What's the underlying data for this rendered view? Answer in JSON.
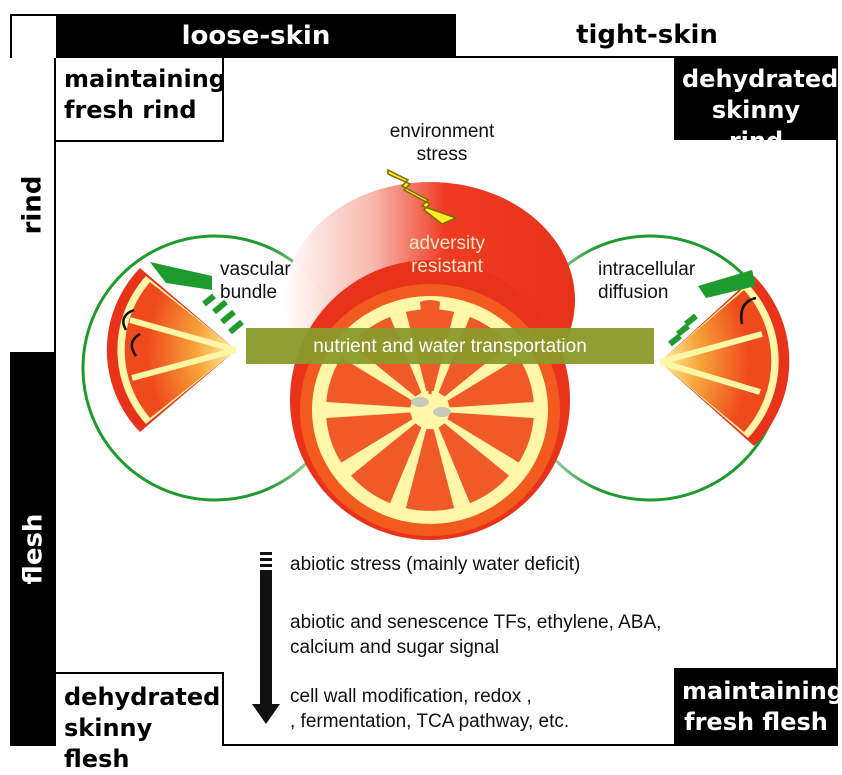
{
  "header": {
    "loose_skin": "loose-skin",
    "tight_skin": "tight-skin"
  },
  "side": {
    "rind": "rind",
    "flesh": "flesh"
  },
  "corners": {
    "top_left_line1": "maintaining",
    "top_left_line2": "fresh rind",
    "top_right_line1": "dehydrated",
    "top_right_line2": "skinny rind",
    "bottom_left_line1": "dehydrated",
    "bottom_left_line2": "skinny flesh",
    "bottom_right_line1": "maintaining",
    "bottom_right_line2": "fresh flesh"
  },
  "labels": {
    "environment_line1": "environment",
    "environment_line2": "stress",
    "adversity_line1": "adversity",
    "adversity_line2": "resistant",
    "vascular_line1": "vascular",
    "vascular_line2": "bundle",
    "intracellular_line1": "intracellular",
    "intracellular_line2": "diffusion",
    "transport_bar": "nutrient and water  transportation"
  },
  "steps": {
    "step1": "abiotic stress  (mainly water deficit)",
    "step2_line1": "abiotic and senescence TFs, ethylene,  ABA,",
    "step2_line2": "calcium and sugar signal",
    "step3_line1": "cell wall modification, redox ,",
    "step3_line2": ", fermentation, TCA pathway, etc."
  },
  "colors": {
    "rind_red": "#e8371c",
    "flesh_orange": "#f15a22",
    "pith_yellow": "#fff6a8",
    "vascular_green": "#1f9a2c",
    "bar_olive": "#8a9a2a",
    "black": "#000000"
  }
}
